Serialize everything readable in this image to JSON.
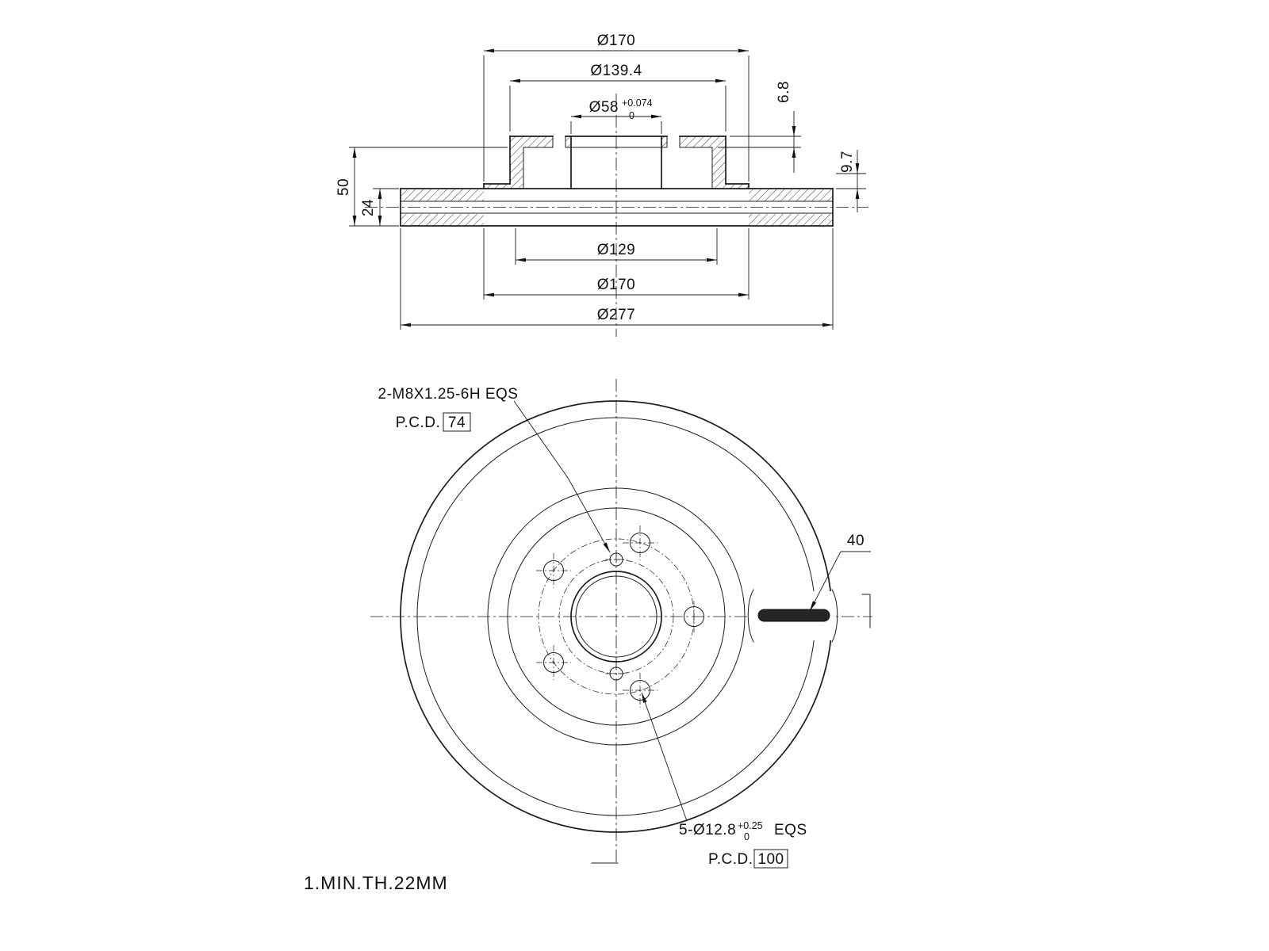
{
  "drawing": {
    "section": {
      "dim_170_top": "Ø170",
      "dim_139_4": "Ø139.4",
      "dim_58": "Ø58",
      "dim_58_tol_up": "+0.074",
      "dim_58_tol_low": "0",
      "dim_6_8": "6.8",
      "dim_9_7": "9.7",
      "dim_50": "50",
      "dim_24": "24",
      "dim_129": "Ø129",
      "dim_170_bottom": "Ø170",
      "dim_277": "Ø277"
    },
    "front": {
      "thread_callout": "2-M8X1.25-6H EQS",
      "pcd74_label": "P.C.D.",
      "pcd74_value": "74",
      "slot_width": "40",
      "bolt_callout": "5-Ø12.8",
      "bolt_tol_up": "+0.25",
      "bolt_tol_low": "0",
      "bolt_callout_suffix": "EQS",
      "pcd100_label": "P.C.D.",
      "pcd100_value": "100"
    },
    "note_min_thickness": "1.MIN.TH.22MM"
  }
}
